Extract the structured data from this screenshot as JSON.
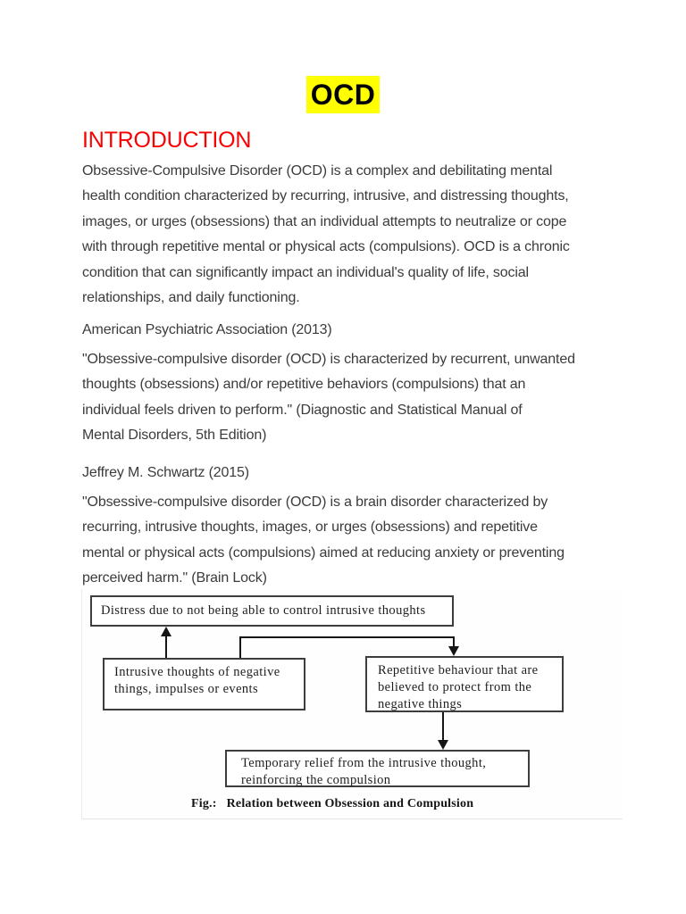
{
  "page": {
    "title": "OCD",
    "heading": "INTRODUCTION",
    "paragraphs": {
      "intro": "Obsessive-Compulsive Disorder (OCD) is a complex and debilitating mental\nhealth condition characterized by recurring, intrusive, and distressing thoughts,\nimages, or urges (obsessions) that an individual attempts to neutralize or cope\nwith through repetitive mental or physical acts (compulsions). OCD is a chronic\ncondition that can significantly impact an individual's quality of life, social\nrelationships, and daily functioning.",
      "apa_label": "American Psychiatric Association (2013)",
      "apa_quote": "\"Obsessive-compulsive disorder (OCD) is characterized by recurrent, unwanted\nthoughts (obsessions) and/or repetitive behaviors (compulsions) that an\nindividual feels driven to perform.\" (Diagnostic and Statistical Manual of\nMental Disorders, 5th Edition)",
      "schwartz_label": "Jeffrey M. Schwartz (2015)",
      "schwartz_quote": "\"Obsessive-compulsive disorder (OCD) is a brain disorder characterized by\nrecurring, intrusive thoughts, images, or urges (obsessions) and repetitive\nmental or physical acts (compulsions) aimed at reducing anxiety or preventing\nperceived harm.\" (Brain Lock)"
    },
    "figure": {
      "box_distress": "Distress due to not being able to control intrusive thoughts",
      "box_obsession": "Intrusive thoughts of negative\nthings, impulses or events",
      "box_compulsion": "Repetitive behaviour that are\nbelieved to protect from the\nnegative things",
      "box_relief": "Temporary relief from the intrusive thought,\nreinforcing the compulsion",
      "caption_prefix": "Fig.:",
      "caption_text": "Relation between Obsession and Compulsion"
    },
    "colors": {
      "heading_red": "#fb0000",
      "highlight_yellow": "#ffff00",
      "body_text": "#3b3b3b",
      "figure_ink": "#1e1e1e",
      "figure_border": "#3d3d3d"
    }
  }
}
